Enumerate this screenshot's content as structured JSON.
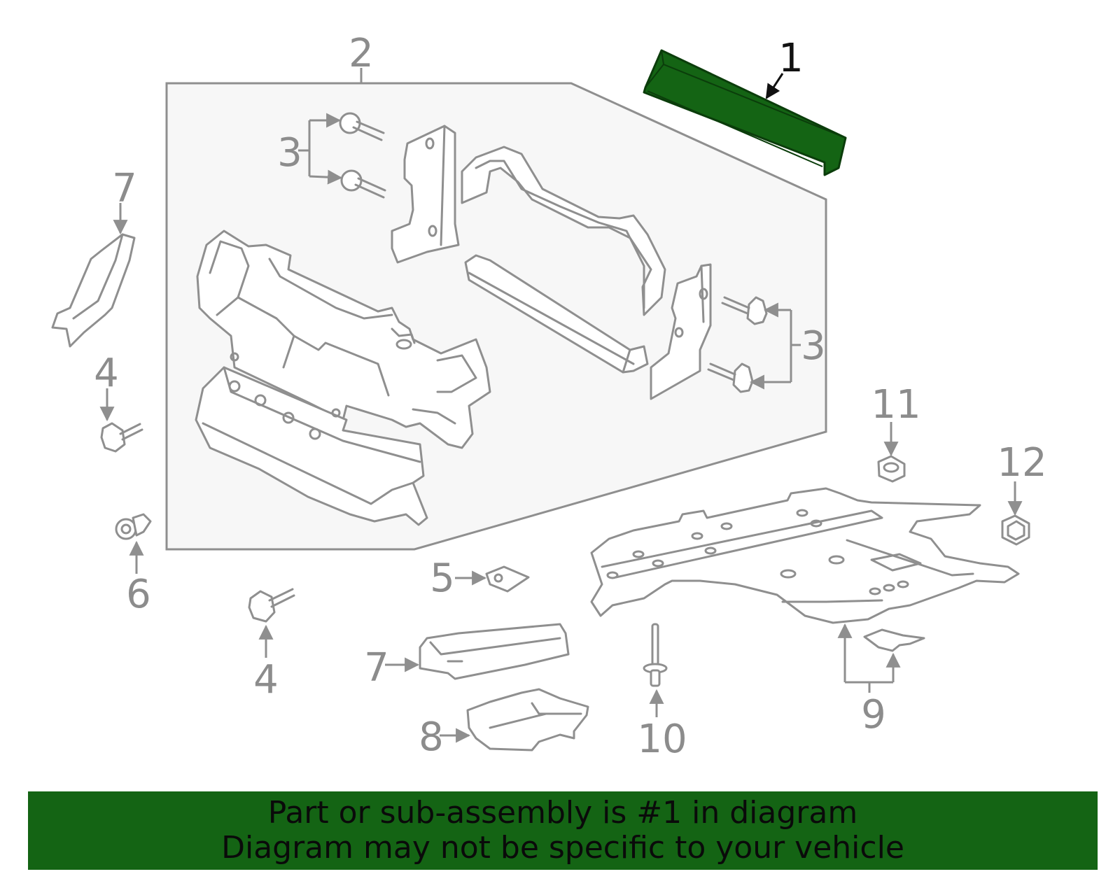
{
  "diagram": {
    "callouts": {
      "c1": "1",
      "c2": "2",
      "c3a": "3",
      "c3b": "3",
      "c4a": "4",
      "c4b": "4",
      "c5": "5",
      "c6": "6",
      "c7a": "7",
      "c7b": "7",
      "c8": "8",
      "c9": "9",
      "c10": "10",
      "c11": "11",
      "c12": "12"
    },
    "colors": {
      "highlight": "#146414",
      "line": "#8f8f8f",
      "panel": "#f7f7f7"
    }
  },
  "banner": {
    "line1": "Part or sub-assembly is #1 in diagram",
    "line2": "Diagram may not be specific to your vehicle",
    "color": "#146414"
  }
}
